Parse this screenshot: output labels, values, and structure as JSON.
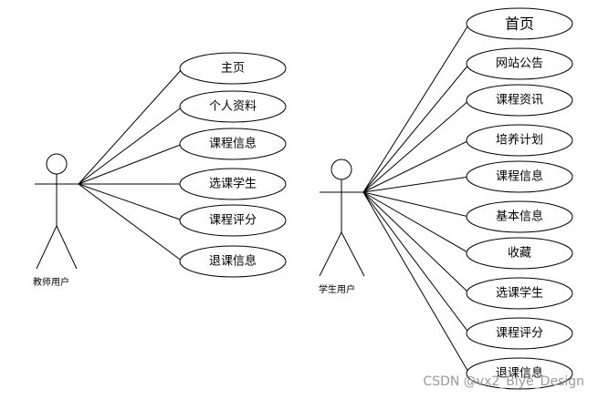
{
  "diagram": {
    "type": "use-case",
    "actors": [
      {
        "id": "teacher",
        "label": "教师用户",
        "use_cases": [
          "主页",
          "个人资料",
          "课程信息",
          "选课学生",
          "课程评分",
          "退课信息"
        ]
      },
      {
        "id": "student",
        "label": "学生用户",
        "use_cases": [
          "首页",
          "网站公告",
          "课程资讯",
          "培养计划",
          "课程信息",
          "基本信息",
          "收藏",
          "选课学生",
          "课程评分",
          "退课信息"
        ]
      }
    ],
    "watermark": "CSDN @vx2_Blye_Design"
  }
}
